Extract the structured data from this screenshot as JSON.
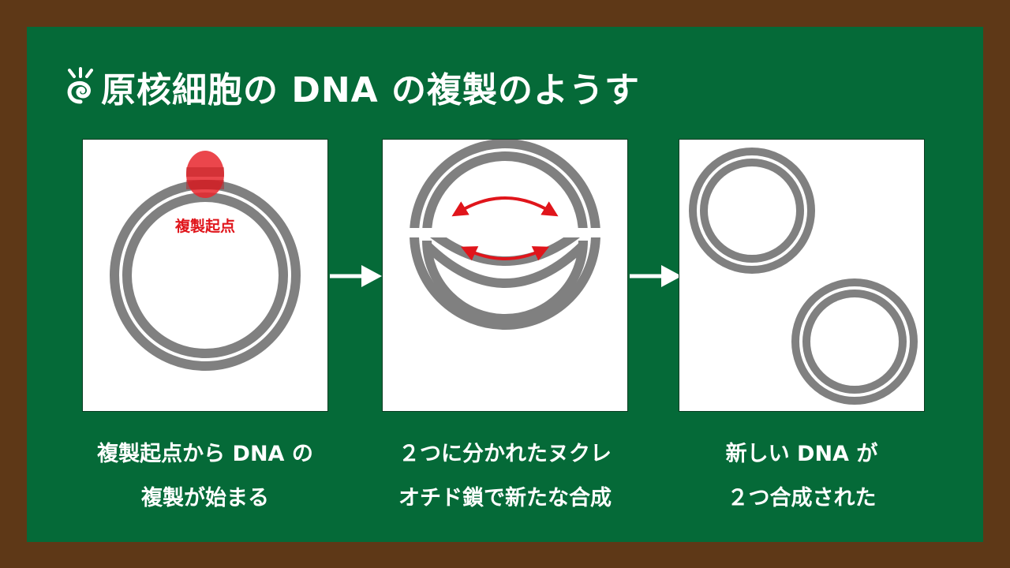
{
  "title": "原核細胞の DNA の複製のようす",
  "colors": {
    "frame": "#5e3817",
    "board": "#056a38",
    "dna_strand": "#808080",
    "origin_marker": "#e8262d",
    "replication_arrow": "#e0151b",
    "text": "#ffffff"
  },
  "panels": [
    {
      "origin_label": "複製起点",
      "caption_lines": [
        "複製起点から DNA の",
        "複製が始まる"
      ]
    },
    {
      "caption_lines": [
        "２つに分かれたヌクレ",
        "オチド鎖で新たな合成"
      ]
    },
    {
      "caption_lines": [
        "新しい DNA が",
        "２つ合成された"
      ]
    }
  ]
}
